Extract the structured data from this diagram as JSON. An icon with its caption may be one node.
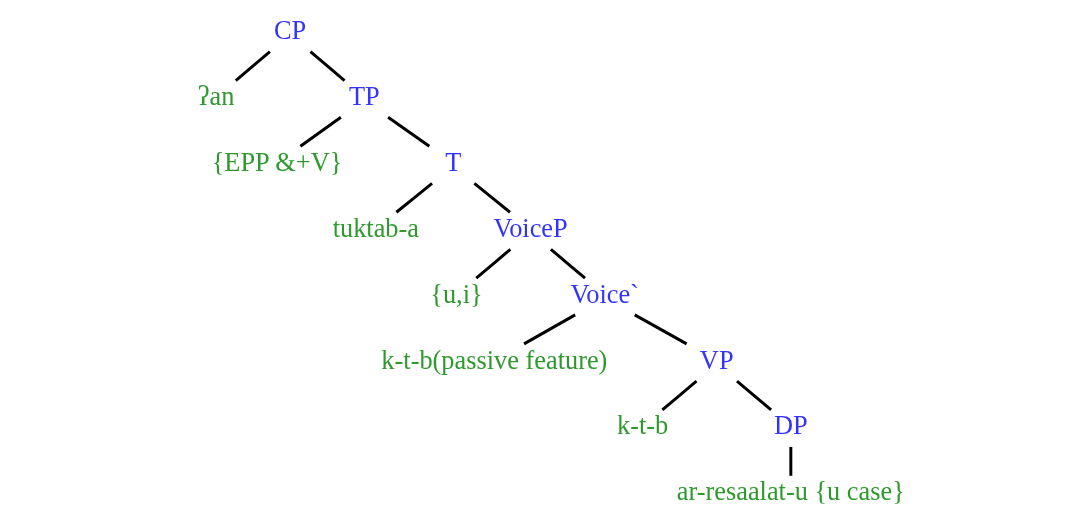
{
  "diagram": {
    "nodes": [
      {
        "text": [
          "CP"
        ]
      },
      {
        "text": [
          "ʔan"
        ]
      },
      {
        "text": [
          "TP"
        ]
      },
      {
        "text": [
          "{EPP &+V}"
        ]
      },
      {
        "text": [
          "T"
        ]
      },
      {
        "text": [
          "tuktab-a"
        ]
      },
      {
        "text": [
          "VoiceP"
        ]
      },
      {
        "text": [
          "{u,i}"
        ]
      },
      {
        "text": [
          "Voice`"
        ]
      },
      {
        "text": [
          "k-t-b(passive feature)"
        ]
      },
      {
        "text": [
          "VP"
        ]
      },
      {
        "text": [
          "k-t-b"
        ]
      },
      {
        "text": [
          "DP"
        ]
      },
      {
        "text": [
          "ar-resaalat-u {u case}"
        ]
      }
    ],
    "edges": [
      {
        "from": 0,
        "to": 1,
        "arrow": "none"
      },
      {
        "from": 0,
        "to": 2,
        "arrow": "none"
      },
      {
        "from": 2,
        "to": 3,
        "arrow": "none"
      },
      {
        "from": 2,
        "to": 4,
        "arrow": "none"
      },
      {
        "from": 4,
        "to": 5,
        "arrow": "none"
      },
      {
        "from": 4,
        "to": 6,
        "arrow": "none"
      },
      {
        "from": 6,
        "to": 7,
        "arrow": "none"
      },
      {
        "from": 6,
        "to": 8,
        "arrow": "none"
      },
      {
        "from": 8,
        "to": 9,
        "arrow": "none"
      },
      {
        "from": 8,
        "to": 10,
        "arrow": "none"
      },
      {
        "from": 10,
        "to": 11,
        "arrow": "none"
      },
      {
        "from": 10,
        "to": 12,
        "arrow": "none"
      },
      {
        "from": 12,
        "to": 13,
        "arrow": "none"
      }
    ]
  }
}
